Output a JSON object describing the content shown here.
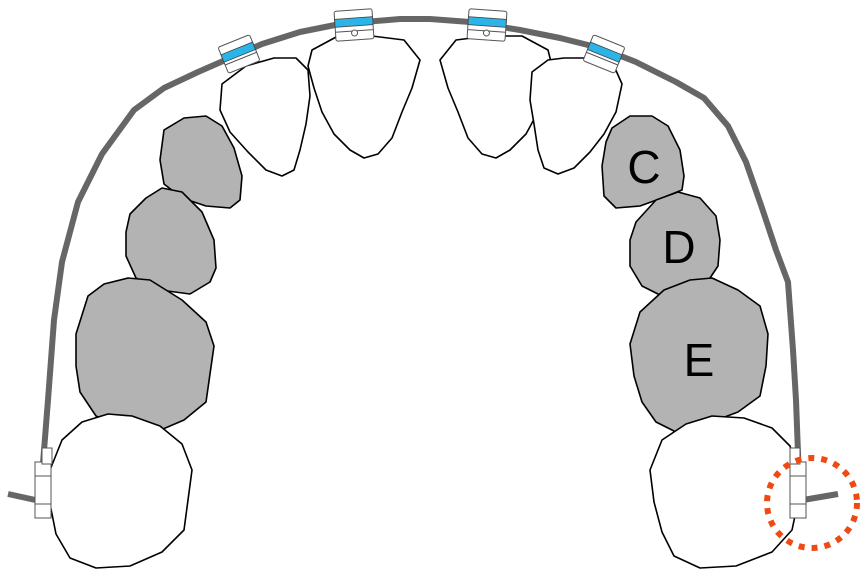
{
  "labels": {
    "c": "C",
    "d": "D",
    "e": "E"
  },
  "colors": {
    "primary_tooth": "#b3b3b3",
    "permanent_tooth": "#ffffff",
    "wire": "#666666",
    "bracket_pad": "#2ab4e8",
    "highlight": "#f04a14"
  }
}
